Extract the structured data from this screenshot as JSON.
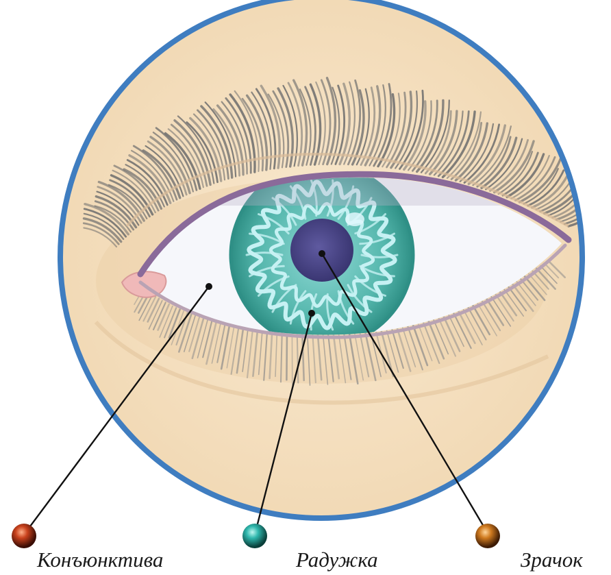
{
  "labels": {
    "conjunctiva": "Конъюнктива",
    "iris": "Радужка",
    "pupil": "Зрачок"
  },
  "colors": {
    "frame": "#3f7dc0",
    "skin": "#f6e1c2",
    "iris": "#4fb0a8",
    "iris_pattern": "#bdecef",
    "pupil": "#4e4a8c",
    "lashes": "#6e6e6e",
    "eyelid_line": "#8a6a9a",
    "marker_conjunctiva": "#b83a1c",
    "marker_iris": "#2fb0a8",
    "marker_pupil": "#c8731c"
  }
}
